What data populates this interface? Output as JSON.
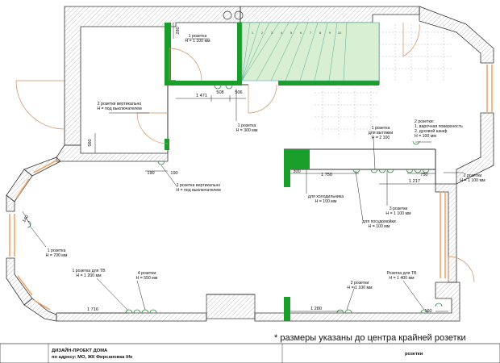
{
  "note": "* размеры указаны до центра крайней розетки",
  "title_block": {
    "project": "ДИЗАЙН-ПРОЕКТ ДОМА",
    "address": "по адресу: МО, ЖК Фирсановка life",
    "sheet": "розетки"
  },
  "stair_steps": [
    "1",
    "2",
    "3",
    "4",
    "5",
    "6",
    "7",
    "8",
    "9",
    "10"
  ],
  "labels": {
    "top_socket_1": "1 розетка",
    "top_socket_2": "H = 1 100 мм",
    "vertical_top_1": "2 розетки вертикально",
    "vertical_top_2": "H = под выключателем",
    "mid_socket_1": "1 розетка",
    "mid_socket_2": "H = 300 мм",
    "hood_1": "1 розетка",
    "hood_2": "для вытяжки",
    "hood_3": "H = 2 100",
    "cooktop_1": "2 розетки:",
    "cooktop_2": "1. варочная поверхность",
    "cooktop_3": "2. духовой шкаф",
    "cooktop_4": "H = 100 мм",
    "right_socket_1": "2 розетки",
    "right_socket_2": "H = 1 100 мм",
    "vertical_bot_1": "1 розетка вертикально",
    "vertical_bot_2": "H = под выключателем",
    "fridge_1": "для холодильника",
    "fridge_2": "H = 100 мм",
    "three_1": "3 розетки",
    "three_2": "H = 1 100 мм",
    "dishwasher_1": "для посудомойки",
    "dishwasher_2": "H = 100 мм",
    "left_socket_1": "1 розетка",
    "left_socket_2": "H = 700 мм",
    "tv_left_1": "1 розетка для ТВ",
    "tv_left_2": "H = 1 200 мм",
    "four_1": "4 розетки",
    "four_2": "H = 550 мм",
    "two_bottom_1": "2 розетки",
    "two_bottom_2": "H = 1 100 мм",
    "tv_right_1": "Розетка для ТВ",
    "tv_right_2": "H = 1 400 мм"
  },
  "dims": {
    "d1471": "1 471",
    "d508": "508",
    "d506": "506",
    "d560": "560",
    "d280": "280",
    "d190a": "190",
    "d190b": "190",
    "d300": "300",
    "d1750": "1 750",
    "d750": "750",
    "d1217": "1 217",
    "d140": "140",
    "d1716": "1 716",
    "d1280": "1 280",
    "d160": "160"
  }
}
